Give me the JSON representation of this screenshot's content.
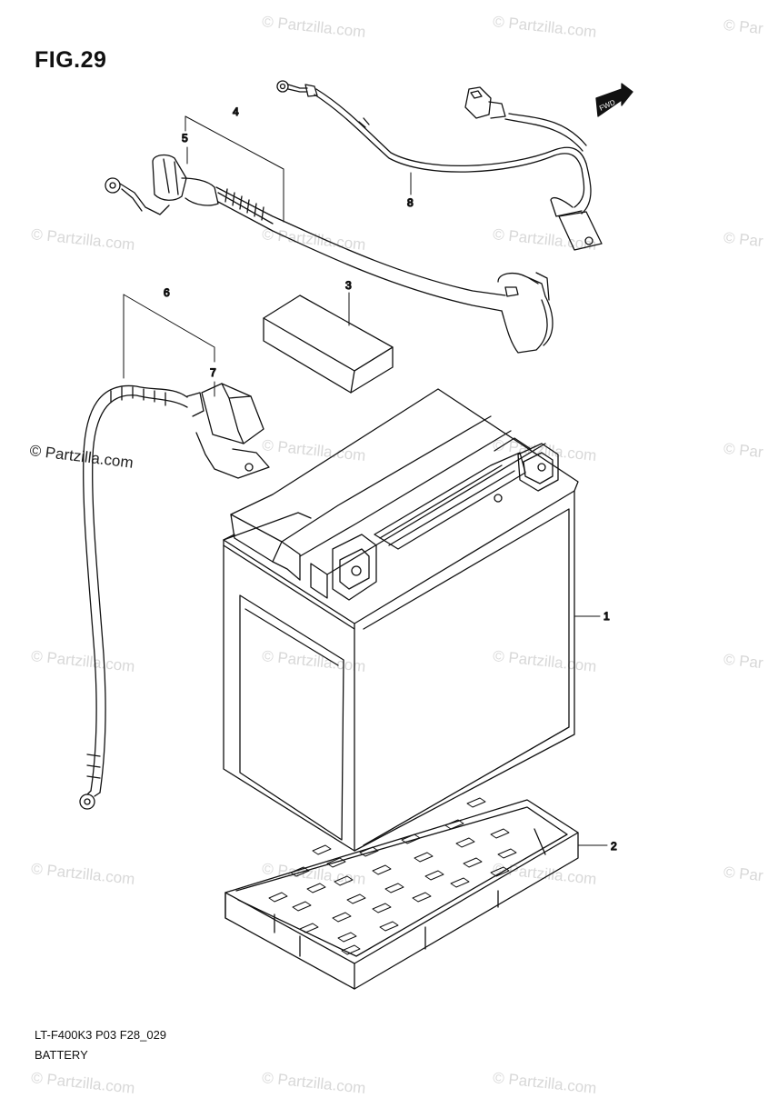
{
  "figure": {
    "title": "FIG.29",
    "code": "LT-F400K3 P03 F28_029",
    "name": "BATTERY"
  },
  "watermark": {
    "text": "© Partzilla.com",
    "short_text": "© Par",
    "color": "#d8d8d8"
  },
  "callouts": [
    "1",
    "2",
    "3",
    "4",
    "5",
    "6",
    "7",
    "8"
  ],
  "fwd_label": "FWD"
}
